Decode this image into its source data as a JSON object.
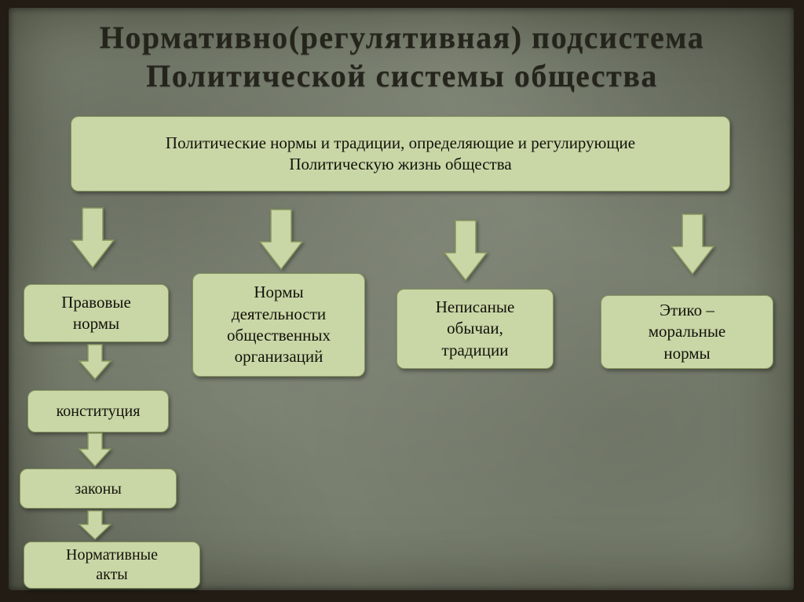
{
  "title": {
    "line1": "Нормативно(регулятивная) подсистема",
    "line2": "Политической системы общества"
  },
  "top_box": {
    "line1": "Политические нормы и традиции, определяющие и регулирующие",
    "line2": "Политическую жизнь общества"
  },
  "branches": [
    {
      "label": "Правовые нормы"
    },
    {
      "label": "Нормы деятельности общественных организаций"
    },
    {
      "label": "Неписаные обычаи, традиции"
    },
    {
      "label": "Этико – моральные нормы"
    }
  ],
  "legal_chain": [
    {
      "label": "конституция"
    },
    {
      "label": "законы"
    },
    {
      "label": "Нормативные акты"
    }
  ],
  "colors": {
    "background": "#7b8271",
    "frame": "#221c14",
    "box_fill": "#c9d6a6",
    "box_border": "#87975f",
    "title_text": "#25241c"
  }
}
